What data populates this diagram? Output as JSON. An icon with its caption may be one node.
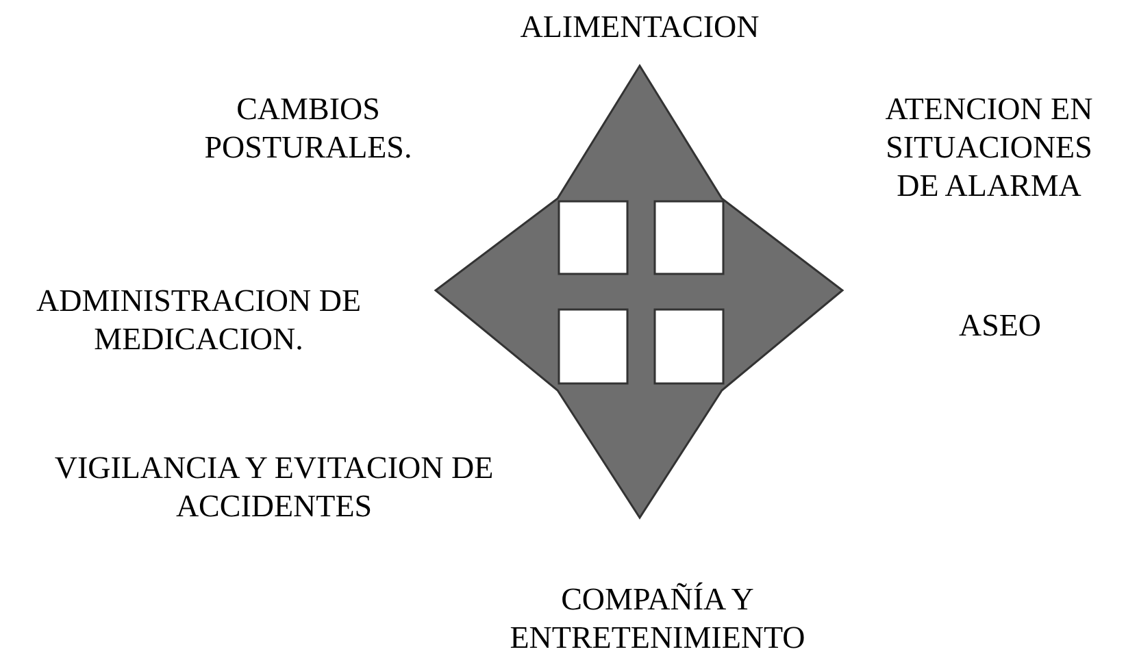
{
  "diagram": {
    "labels": [
      "ALIMENTACION",
      "CAMBIOS POSTURALES.",
      "ATENCION EN SITUACIONES DE ALARMA",
      "ADMINISTRACION DE MEDICACION.",
      "ASEO",
      "VIGILANCIA Y EVITACION DE ACCIDENTES",
      "COMPAÑÍA Y ENTRETENIMIENTO"
    ]
  }
}
